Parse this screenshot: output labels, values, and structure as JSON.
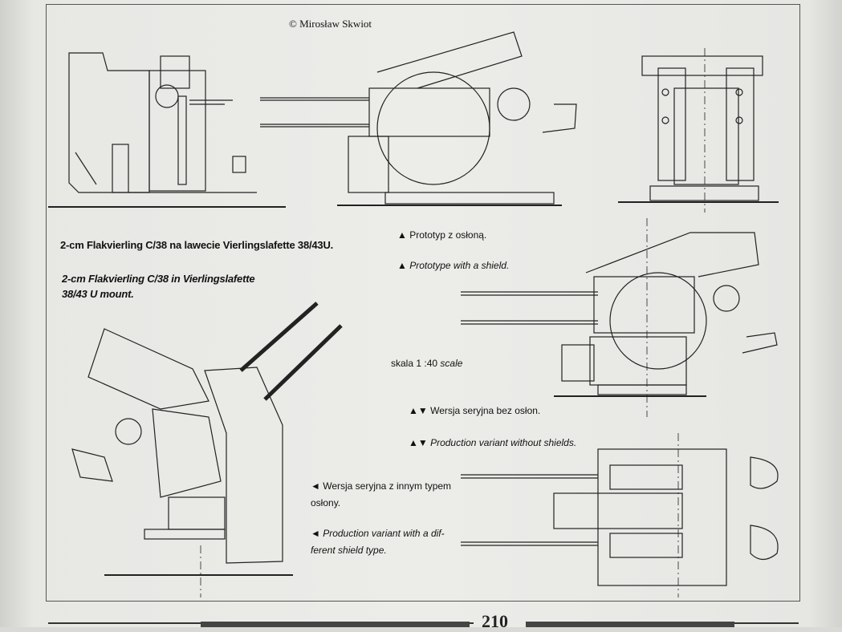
{
  "copyright": "© Mirosław Skwiot",
  "caption_pl": "2-cm Flakvierling C/38 na lawecie Vierlingslafette 38/43U.",
  "caption_en_line1": "2-cm Flakvierling C/38 in Vierlingslafette",
  "caption_en_line2": "38/43 U mount.",
  "prototype_pl": "▲ Prototyp z osłoną.",
  "prototype_en": "▲ Prototype with a shield.",
  "scale_prefix": "skala 1 :40",
  "scale_suffix": "scale",
  "serial_pl": "▲▼ Wersja seryjna bez osłon.",
  "serial_en": "▲▼ Production variant without shields.",
  "variant_pl_line1": "◄ Wersja seryjna z innym typem",
  "variant_pl_line2": "osłony.",
  "variant_en_line1": "◄ Production variant with a dif-",
  "variant_en_line2": "ferent shield type.",
  "page_number": "210",
  "colors": {
    "ink": "#222222",
    "paper": "#ecece9",
    "frame": "#555555"
  }
}
